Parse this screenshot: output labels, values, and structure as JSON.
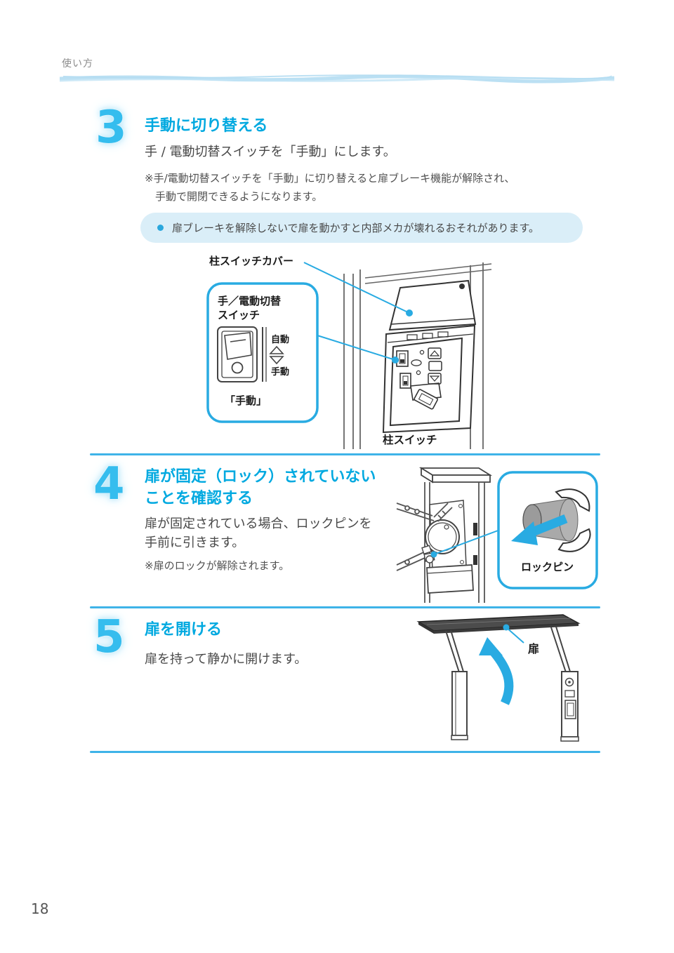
{
  "header": {
    "section_label": "使い方"
  },
  "step3": {
    "number": "3",
    "title": "手動に切り替える",
    "body": "手 / 電動切替スイッチを「手動」にします。",
    "note_line1": "※手/電動切替スイッチを「手動」に切り替えると扉ブレーキ機能が解除され、",
    "note_line2": "手動で開閉できるようになります。",
    "caution": "扉ブレーキを解除しないで扉を動かすと内部メカが壊れるおそれがあります。",
    "diagram": {
      "cover_label": "柱スイッチカバー",
      "switch_label_line1": "手／電動切替",
      "switch_label_line2": "スイッチ",
      "auto_label": "自動",
      "manual_label": "手動",
      "position_label": "「手動」",
      "pillar_switch_label": "柱スイッチ"
    }
  },
  "step4": {
    "number": "4",
    "title_line1": "扉が固定（ロック）されていない",
    "title_line2": "ことを確認する",
    "body_line1": "扉が固定されている場合、ロックピンを",
    "body_line2": "手前に引きます。",
    "note": "※扉のロックが解除されます。",
    "diagram": {
      "lock_pin_label": "ロックピン"
    }
  },
  "step5": {
    "number": "5",
    "title": "扉を開ける",
    "body": "扉を持って静かに開けます。",
    "diagram": {
      "door_label": "扉"
    }
  },
  "footer": {
    "page_number": "18"
  },
  "colors": {
    "accent_blue": "#00a9e0",
    "diagram_blue": "#29abe2",
    "divider_blue": "#3eb3e8",
    "caution_bg": "#daeef8",
    "number_blue": "#35bdee"
  }
}
